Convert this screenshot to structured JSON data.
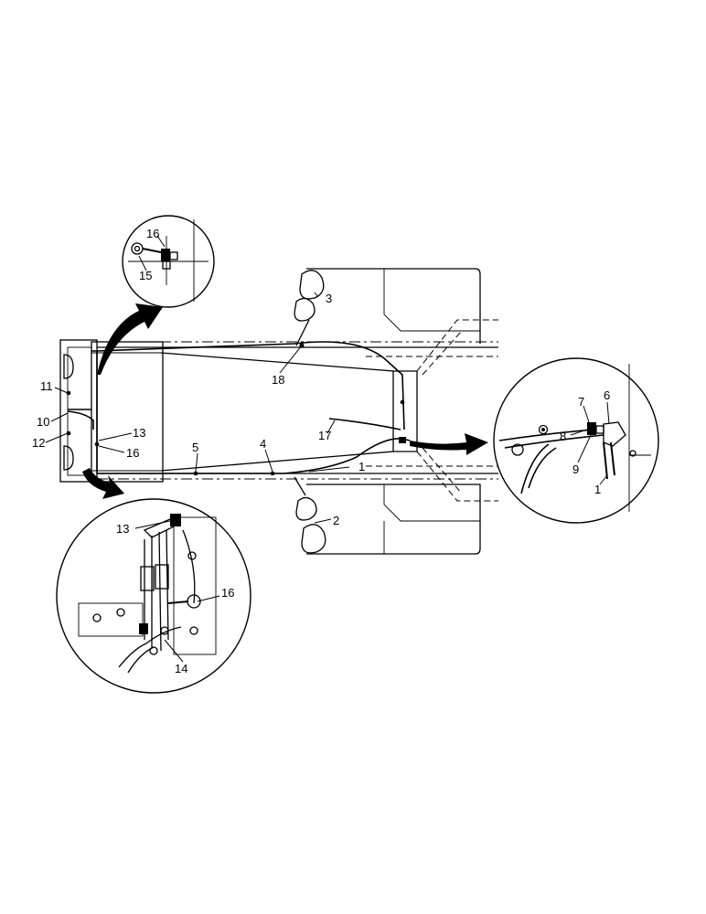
{
  "callouts": {
    "c1_main": "1",
    "c1_detail": "1",
    "c2": "2",
    "c3": "3",
    "c4": "4",
    "c5": "5",
    "c6": "6",
    "c7": "7",
    "c8": "8",
    "c9": "9",
    "c10": "10",
    "c11": "11",
    "c12": "12",
    "c13_main": "13",
    "c13_detail": "13",
    "c14": "14",
    "c15": "15",
    "c16_top": "16",
    "c16_main": "16",
    "c16_detail": "16",
    "c17": "17",
    "c18": "18"
  }
}
